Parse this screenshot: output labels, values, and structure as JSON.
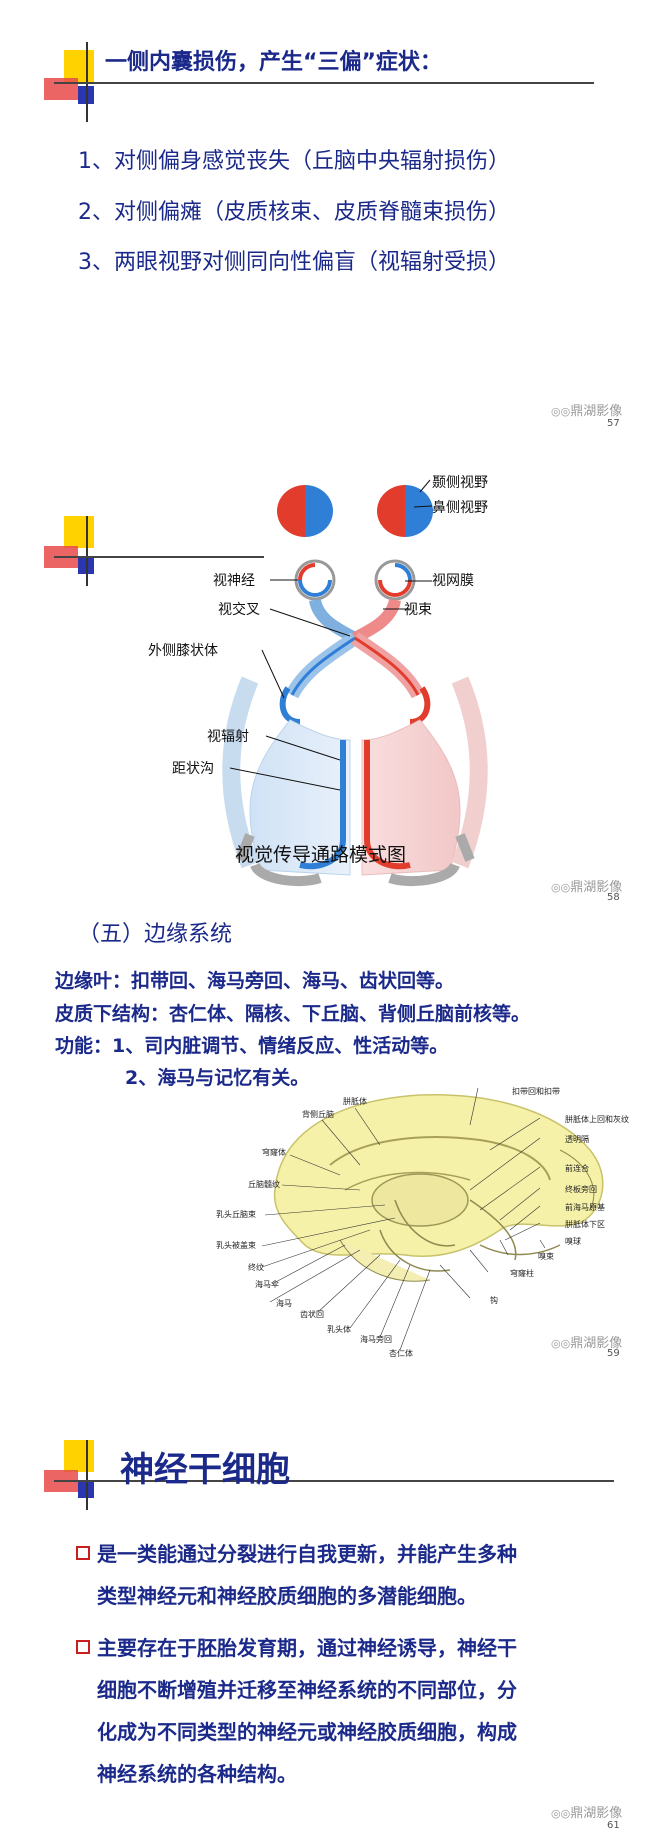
{
  "slide57": {
    "title": "一侧内囊损伤，产生“三偏”症状：",
    "items": [
      "1、对侧偏身感觉丧失（丘脑中央辐射损伤）",
      "2、对侧偏瘫（皮质核束、皮质脊髓束损伤）",
      "3、两眼视野对侧同向性偏盲（视辐射受损）"
    ],
    "watermark": "鼎湖影像",
    "page": "57"
  },
  "slide58": {
    "labels": {
      "temporal_field": "颞侧视野",
      "nasal_field": "鼻侧视野",
      "retina": "视网膜",
      "optic_nerve": "视神经",
      "chiasm": "视交叉",
      "optic_tract": "视束",
      "lgn": "外侧膝状体",
      "radiation": "视辐射",
      "calcarine": "距状沟"
    },
    "caption": "视觉传导通路模式图",
    "watermark": "鼎湖影像",
    "page": "58"
  },
  "slide59": {
    "section": "（五）边缘系统",
    "lines": [
      "边缘叶：扣带回、海马旁回、海马、齿状回等。",
      "皮质下结构：杏仁体、隔核、下丘脑、背侧丘脑前核等。",
      "功能：1、司内脏调节、情绪反应、性活动等。",
      "2、海马与记忆有关。"
    ],
    "diagram_labels": {
      "l1": "胼胝体",
      "l2": "背侧丘脑",
      "l3": "穹窿体",
      "l4": "丘脑髓纹",
      "l5": "乳头丘脑束",
      "l6": "乳头被盖束",
      "l7": "终纹",
      "l8": "海马伞",
      "l9": "海马",
      "l10": "齿状回",
      "l11": "乳头体",
      "l12": "海马旁回",
      "l13": "杏仁体",
      "r1": "扣带回和扣带",
      "r2": "胼胝体上回和灰纹",
      "r3": "透明隔",
      "r4": "前连合",
      "r5": "终板旁回",
      "r6": "前海马原基",
      "r7": "胼胝体下区",
      "r8": "嗅球",
      "r9": "嗅束",
      "r10": "穹窿柱",
      "r11": "钩"
    },
    "watermark": "鼎湖影像",
    "page": "59"
  },
  "slide61": {
    "title": "神经干细胞",
    "bullet1": [
      "是一类能通过分裂进行自我更新，并能产生多种",
      "类型神经元和神经胶质细胞的多潜能细胞。"
    ],
    "bullet2": [
      "主要存在于胚胎发育期，通过神经诱导，神经干",
      "细胞不断增殖并迁移至神经系统的不同部位，分",
      "化成为不同类型的神经元或神经胶质细胞，构成",
      "神经系统的各种结构。"
    ],
    "watermark": "鼎湖影像",
    "page": "61"
  },
  "colors": {
    "navy": "#1b2a8a",
    "red": "#e23c2c",
    "blue": "#2f7fd6",
    "yellow": "#ffd200"
  }
}
